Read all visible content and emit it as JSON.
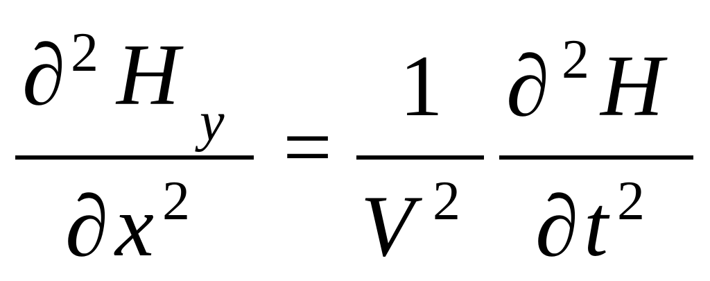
{
  "equation": {
    "lhs": {
      "numerator": {
        "partial": "∂",
        "power": "2",
        "variable": "H",
        "subscript": "y"
      },
      "denominator": {
        "partial": "∂",
        "variable": "x",
        "power": "2"
      }
    },
    "equals": "=",
    "coefficient": {
      "numerator": "1",
      "denominator": {
        "variable": "V",
        "power": "2"
      }
    },
    "rhs": {
      "numerator": {
        "partial": "∂",
        "power": "2",
        "variable": "H"
      },
      "denominator": {
        "partial": "∂",
        "variable": "t",
        "power": "2"
      }
    }
  }
}
